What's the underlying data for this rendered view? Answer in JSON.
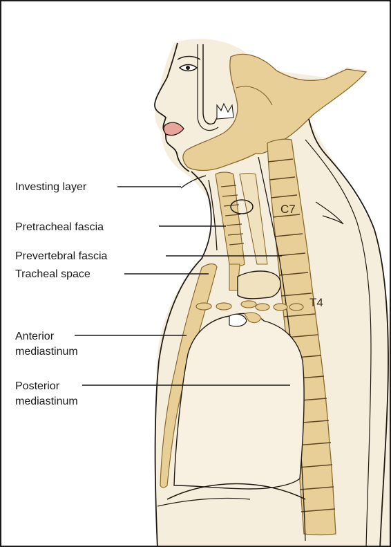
{
  "labels": {
    "investing_layer": "Investing layer",
    "pretracheal_fascia": "Pretracheal fascia",
    "prevertebral_fascia": "Prevertebral fascia",
    "tracheal_space": "Tracheal space",
    "anterior_mediastinum_line1": "Anterior",
    "anterior_mediastinum_line2": "mediastinum",
    "posterior_mediastinum_line1": "Posterior",
    "posterior_mediastinum_line2": "mediastinum"
  },
  "vertebra_labels": {
    "c7": "C7",
    "t4": "T4"
  },
  "colors": {
    "tissue_fill": "#f4ead3",
    "bone_fill": "#e7cf97",
    "bone_stroke": "#8a6a2f",
    "outline": "#1f1a12",
    "lips": "#e9a59c",
    "frame": "#1a1a1a"
  }
}
